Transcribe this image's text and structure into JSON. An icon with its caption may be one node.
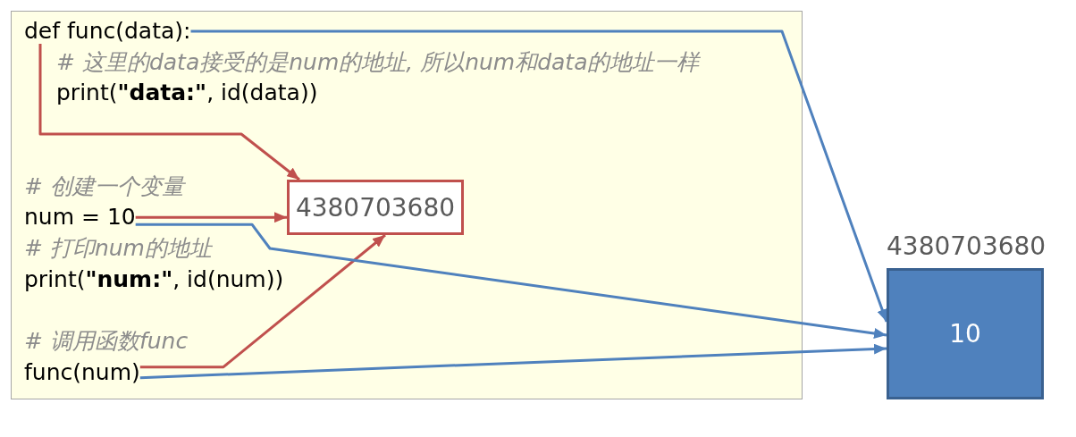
{
  "diagram": {
    "nodes": [
      {
        "text": [],
        "shape": "box"
      },
      {
        "text": [
          "def func(data):"
        ],
        "in": 0
      },
      {
        "text": [
          "num = 10"
        ],
        "in": 0
      },
      {
        "text": [
          "4380703680"
        ],
        "in": 0
      },
      {
        "text": [
          "func(num)"
        ],
        "in": 0
      },
      {
        "text": [
          "10"
        ],
        "beside": [
          "4380703680"
        ]
      }
    ],
    "edges": [
      {
        "from": 1,
        "to": 3,
        "arrow": "to",
        "color": "#c0504d"
      },
      {
        "from": 2,
        "to": 3,
        "arrow": "to",
        "color": "#c0504d"
      },
      {
        "from": 4,
        "to": 3,
        "arrow": "to",
        "color": "#c0504d"
      },
      {
        "from": 1,
        "to": 5,
        "arrow": "to",
        "color": "#4f81bd"
      },
      {
        "from": 2,
        "to": 5,
        "arrow": "to",
        "color": "#4f81bd"
      },
      {
        "from": 4,
        "to": 5,
        "arrow": "to",
        "color": "#4f81bd"
      }
    ],
    "labels": [
      "# 这里的data接受的是num的地址, 所以num和data的地址一样",
      "print(**\"data:\"**, id(data))",
      "# 创建一个变量",
      "# 打印num的地址",
      "print(**\"num:\"**, id(num))",
      "# 调用函数func"
    ]
  }
}
